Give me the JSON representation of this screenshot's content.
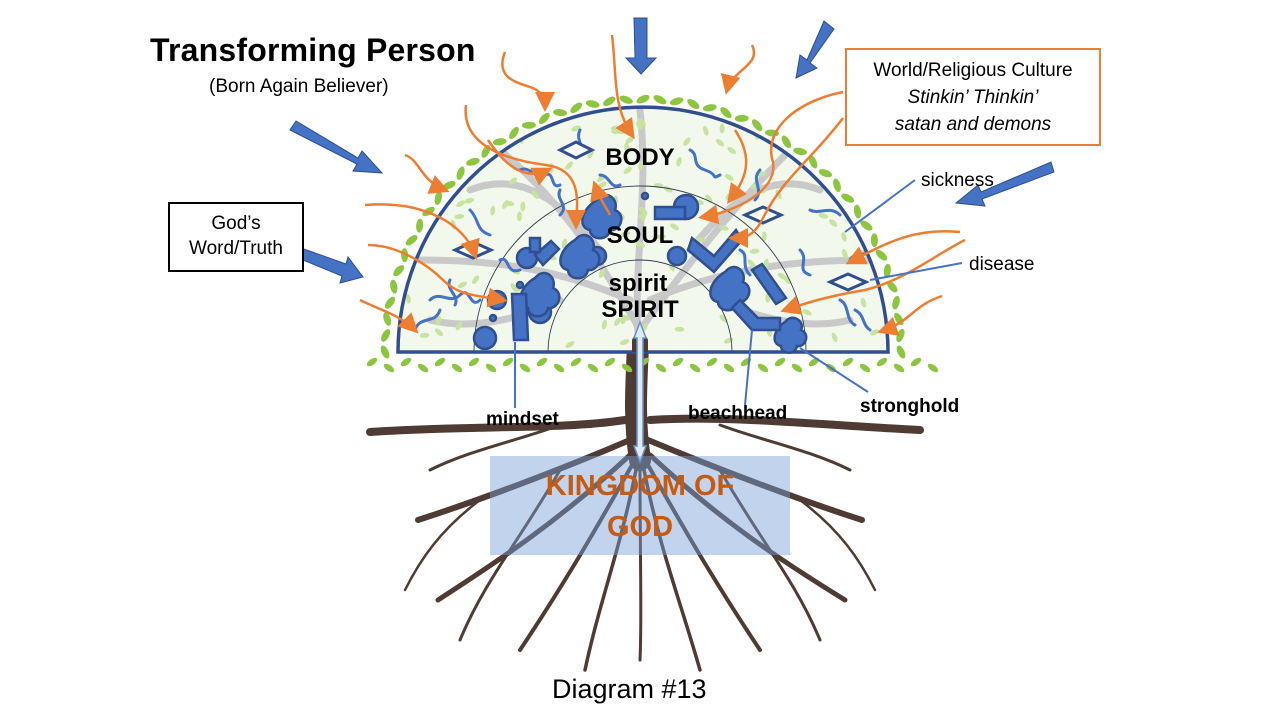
{
  "title": "Transforming  Person",
  "subtitle": "(Born Again Believer)",
  "left_box": {
    "line1": "God’s",
    "line2": "Word/Truth"
  },
  "right_box": {
    "line1": "World/Religious Culture",
    "line2": "Stinkin’  Thinkin’",
    "line3": "satan and demons"
  },
  "layers": {
    "body": "BODY",
    "soul": "SOUL",
    "spirit_lower": "spirit",
    "spirit_upper": "SPIRIT"
  },
  "labels": {
    "sickness": "sickness",
    "disease": "disease",
    "mindset": "mindset",
    "beachhead": "beachhead",
    "stronghold": "stronghold"
  },
  "kingdom": {
    "line1": "KINGDOM OF",
    "line2": "GOD"
  },
  "caption": "Diagram #13",
  "colors": {
    "arrow_blue": "#4472C4",
    "arrow_orange": "#ED7D31",
    "dome_outline": "#2F4F8F",
    "root_brown": "#4E3B33",
    "leaf_green": "#8CC63F",
    "kingdom_text": "#C55A11"
  }
}
